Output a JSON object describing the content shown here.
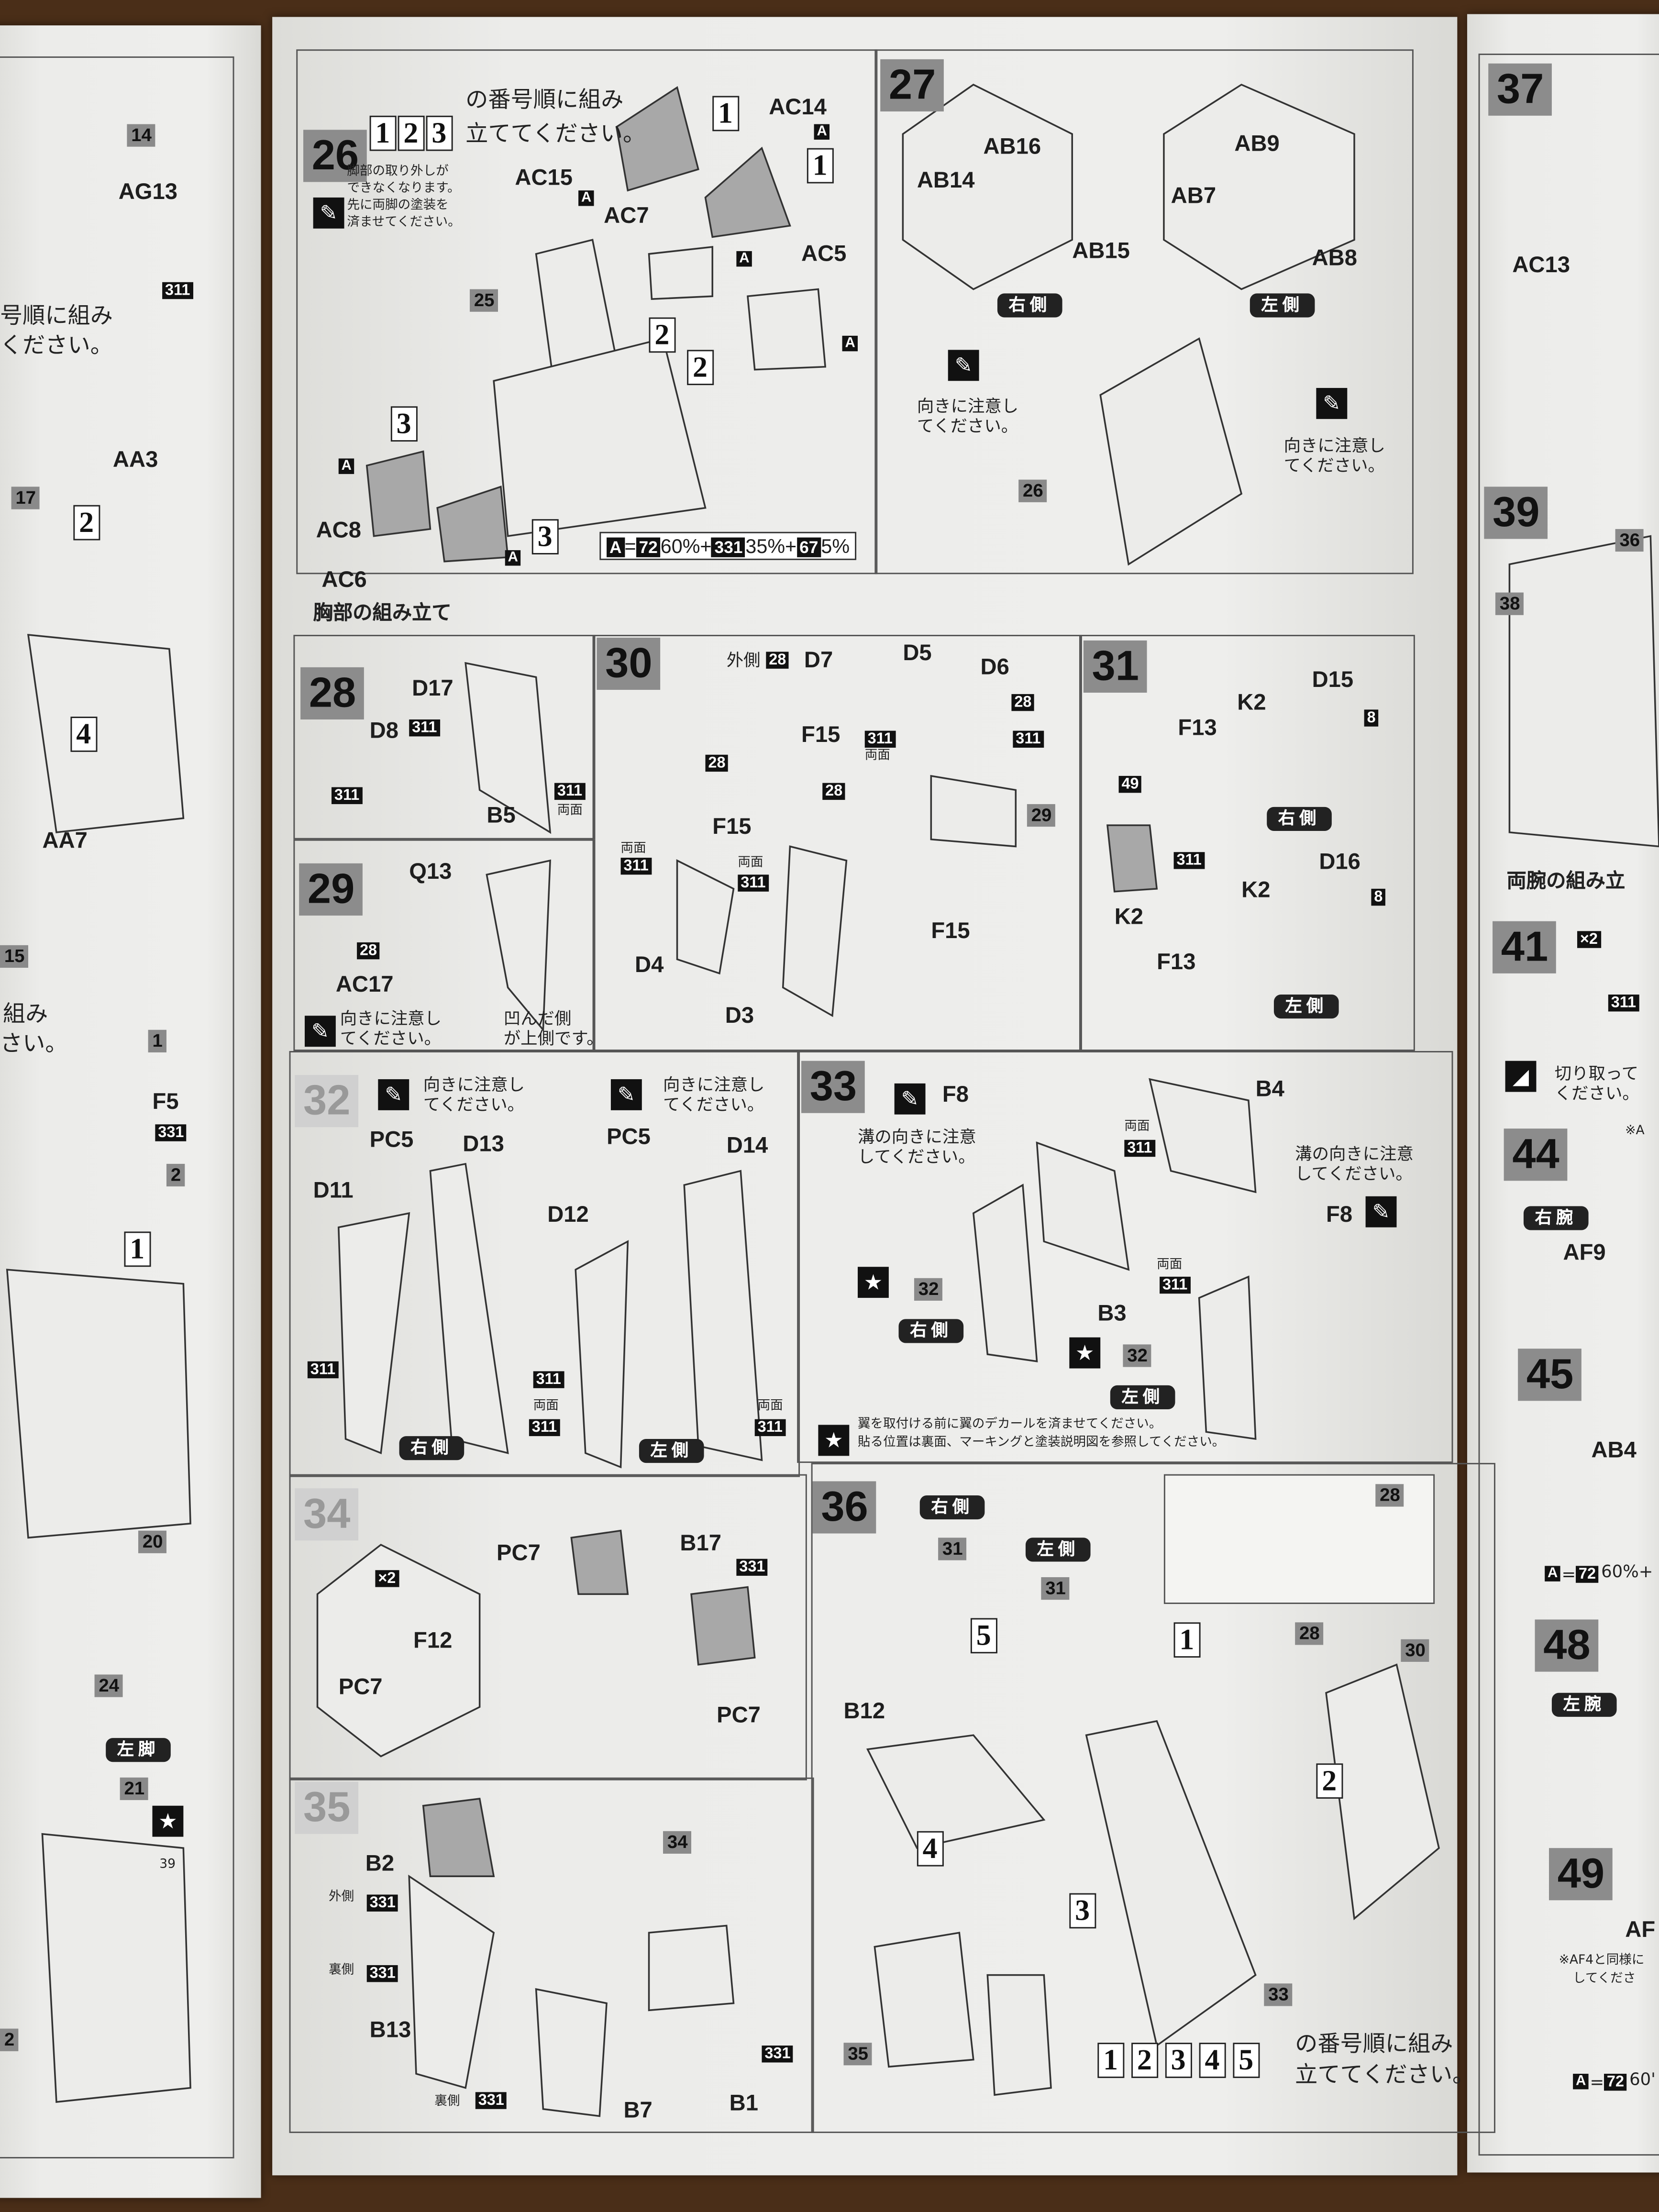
{
  "left_page": {
    "labels": [
      "14",
      "AG13",
      "311",
      "号順に組み",
      "ください。",
      "AA3",
      "17",
      "2",
      "4",
      "AA7",
      "15",
      "組み",
      "さい。",
      "1",
      "F5",
      "331",
      "2",
      "1",
      "20",
      "24",
      "左脚",
      "21",
      "39",
      "2"
    ]
  },
  "p26": {
    "step": "26",
    "labels": [
      "1",
      "2",
      "3",
      "の番号順に組み",
      "立ててください。",
      "脚部の取り外しが",
      "できなくなります。",
      "先に両脚の塗装を",
      "済ませてください。",
      "AC15",
      "A",
      "AC14",
      "A",
      "1",
      "1",
      "AC7",
      "AC5",
      "A",
      "A",
      "25",
      "2",
      "2",
      "3",
      "A",
      "AC8",
      "AC6",
      "A",
      "3"
    ],
    "formula": {
      "a": "A",
      "eq": "=",
      "c1": "72",
      "p1": "60%+",
      "c2": "331",
      "p2": "35%+",
      "c3": "67",
      "p3": "5%"
    }
  },
  "p27": {
    "step": "27",
    "labels": [
      "AB16",
      "AB14",
      "AB15",
      "右側",
      "AB9",
      "AB7",
      "AB8",
      "左側",
      "向きに注意し",
      "てください。",
      "26",
      "向きに注意し",
      "てください。"
    ]
  },
  "section_chest": "胸部の組み立て",
  "p28": {
    "step": "28",
    "labels": [
      "D17",
      "D8",
      "311",
      "311",
      "B5",
      "311",
      "両面"
    ]
  },
  "p29": {
    "step": "29",
    "labels": [
      "Q13",
      "28",
      "AC17",
      "向きに注意し",
      "てください。",
      "凹んだ側",
      "が上側です。"
    ]
  },
  "p30": {
    "step": "30",
    "labels": [
      "外側",
      "28",
      "D7",
      "F15",
      "28",
      "28",
      "F15",
      "D5",
      "D6",
      "28",
      "311",
      "両面",
      "311",
      "29",
      "両面",
      "311",
      "両面",
      "311",
      "D4",
      "D3",
      "F15"
    ]
  },
  "p31": {
    "step": "31",
    "labels": [
      "D15",
      "8",
      "K2",
      "F13",
      "右側",
      "49",
      "311",
      "K2",
      "D16",
      "K2",
      "8",
      "F13",
      "左側"
    ]
  },
  "p32": {
    "step": "32",
    "labels": [
      "向きに注意し",
      "てください。",
      "向きに注意し",
      "てください。",
      "PC5",
      "D13",
      "D11",
      "PC5",
      "D14",
      "D12",
      "311",
      "311",
      "両面",
      "311",
      "右側",
      "左側",
      "両面",
      "311"
    ]
  },
  "p33": {
    "step": "33",
    "labels": [
      "F8",
      "溝の向きに注意",
      "してください。",
      "両面",
      "311",
      "B4",
      "溝の向きに注意",
      "してください。",
      "F8",
      "32",
      "右側",
      "両面",
      "311",
      "B3",
      "32",
      "左側",
      "翼を取付ける前に翼のデカールを済ませてください。",
      "貼る位置は裏面、マーキングと塗装説明図を参照してください。"
    ]
  },
  "p34": {
    "step": "34",
    "labels": [
      "×2",
      "PC7",
      "F12",
      "PC7",
      "B17",
      "331",
      "PC7"
    ]
  },
  "p35": {
    "step": "35",
    "labels": [
      "B2",
      "外側",
      "331",
      "裏側",
      "331",
      "34",
      "B13",
      "裏側",
      "331",
      "B7",
      "B1",
      "331"
    ]
  },
  "p36": {
    "step": "36",
    "labels": [
      "右側",
      "31",
      "左側",
      "31",
      "5",
      "B12",
      "4",
      "3",
      "35",
      "28",
      "1",
      "28",
      "30",
      "2",
      "33",
      "1",
      "2",
      "3",
      "4",
      "5",
      "の番号順に組み",
      "立ててください。"
    ]
  },
  "right_page": {
    "labels": [
      "37",
      "AC13",
      "39",
      "36",
      "38",
      "両腕の組み立",
      "41",
      "×2",
      "311",
      "切り取って",
      "ください。",
      "※A",
      "44",
      "右腕",
      "AF9",
      "45",
      "AB4",
      "A",
      "=",
      "72",
      "60%+",
      "48",
      "左腕",
      "49",
      "AF",
      "※AF4と同様に",
      "してくださ",
      "A",
      "=",
      "72",
      "60'"
    ]
  }
}
